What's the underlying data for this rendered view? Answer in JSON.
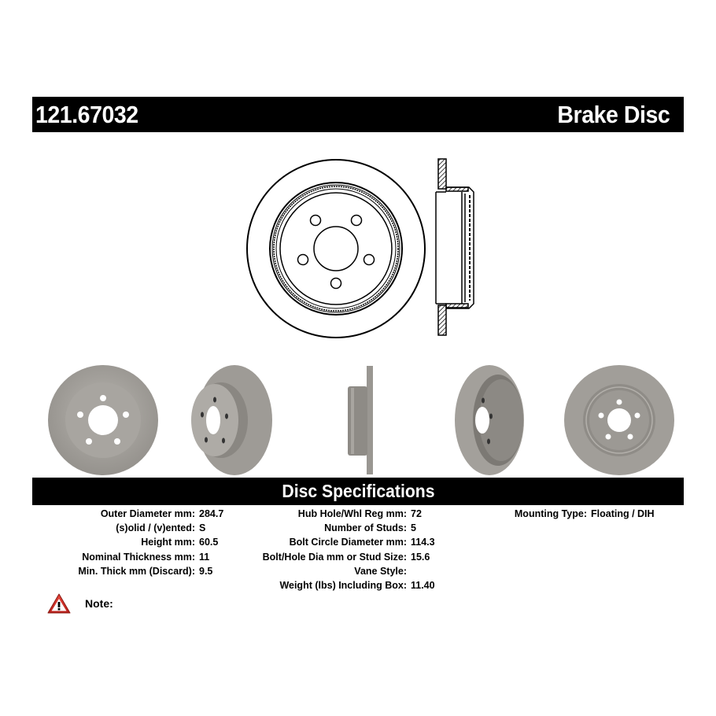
{
  "header": {
    "part_number": "121.67032",
    "product_type": "Brake Disc"
  },
  "drawings": {
    "front_view": "disc-front-line-drawing",
    "side_view": "disc-cross-section-drawing"
  },
  "photos": [
    {
      "name": "disc-photo-front",
      "view": "front"
    },
    {
      "name": "disc-photo-angle-left",
      "view": "angled-left"
    },
    {
      "name": "disc-photo-side",
      "view": "side"
    },
    {
      "name": "disc-photo-angle-right",
      "view": "angled-right"
    },
    {
      "name": "disc-photo-back",
      "view": "back"
    }
  ],
  "specs_title": "Disc Specifications",
  "specs": {
    "column1": [
      {
        "label": "Outer Diameter mm:",
        "value": "284.7"
      },
      {
        "label": "(s)olid / (v)ented:",
        "value": "S"
      },
      {
        "label": "Height mm:",
        "value": "60.5"
      },
      {
        "label": "Nominal Thickness mm:",
        "value": "11"
      },
      {
        "label": "Min. Thick mm (Discard):",
        "value": "9.5"
      }
    ],
    "column2": [
      {
        "label": "Hub Hole/Whl Reg mm:",
        "value": "72"
      },
      {
        "label": "Number of Studs:",
        "value": "5"
      },
      {
        "label": "Bolt Circle Diameter mm:",
        "value": "114.3"
      },
      {
        "label": "Bolt/Hole Dia mm or Stud Size:",
        "value": "15.6"
      },
      {
        "label": "Vane Style:",
        "value": ""
      },
      {
        "label": "Weight (lbs) Including Box:",
        "value": "11.40"
      }
    ],
    "column3": [
      {
        "label": "Mounting Type:",
        "value": "Floating / DIH"
      }
    ]
  },
  "note": {
    "icon": "warning-icon",
    "label": "Note:"
  },
  "colors": {
    "bar_bg": "#000000",
    "bar_text": "#ffffff",
    "disc_gray": "#a09d98",
    "warning_red": "#d42a20"
  }
}
